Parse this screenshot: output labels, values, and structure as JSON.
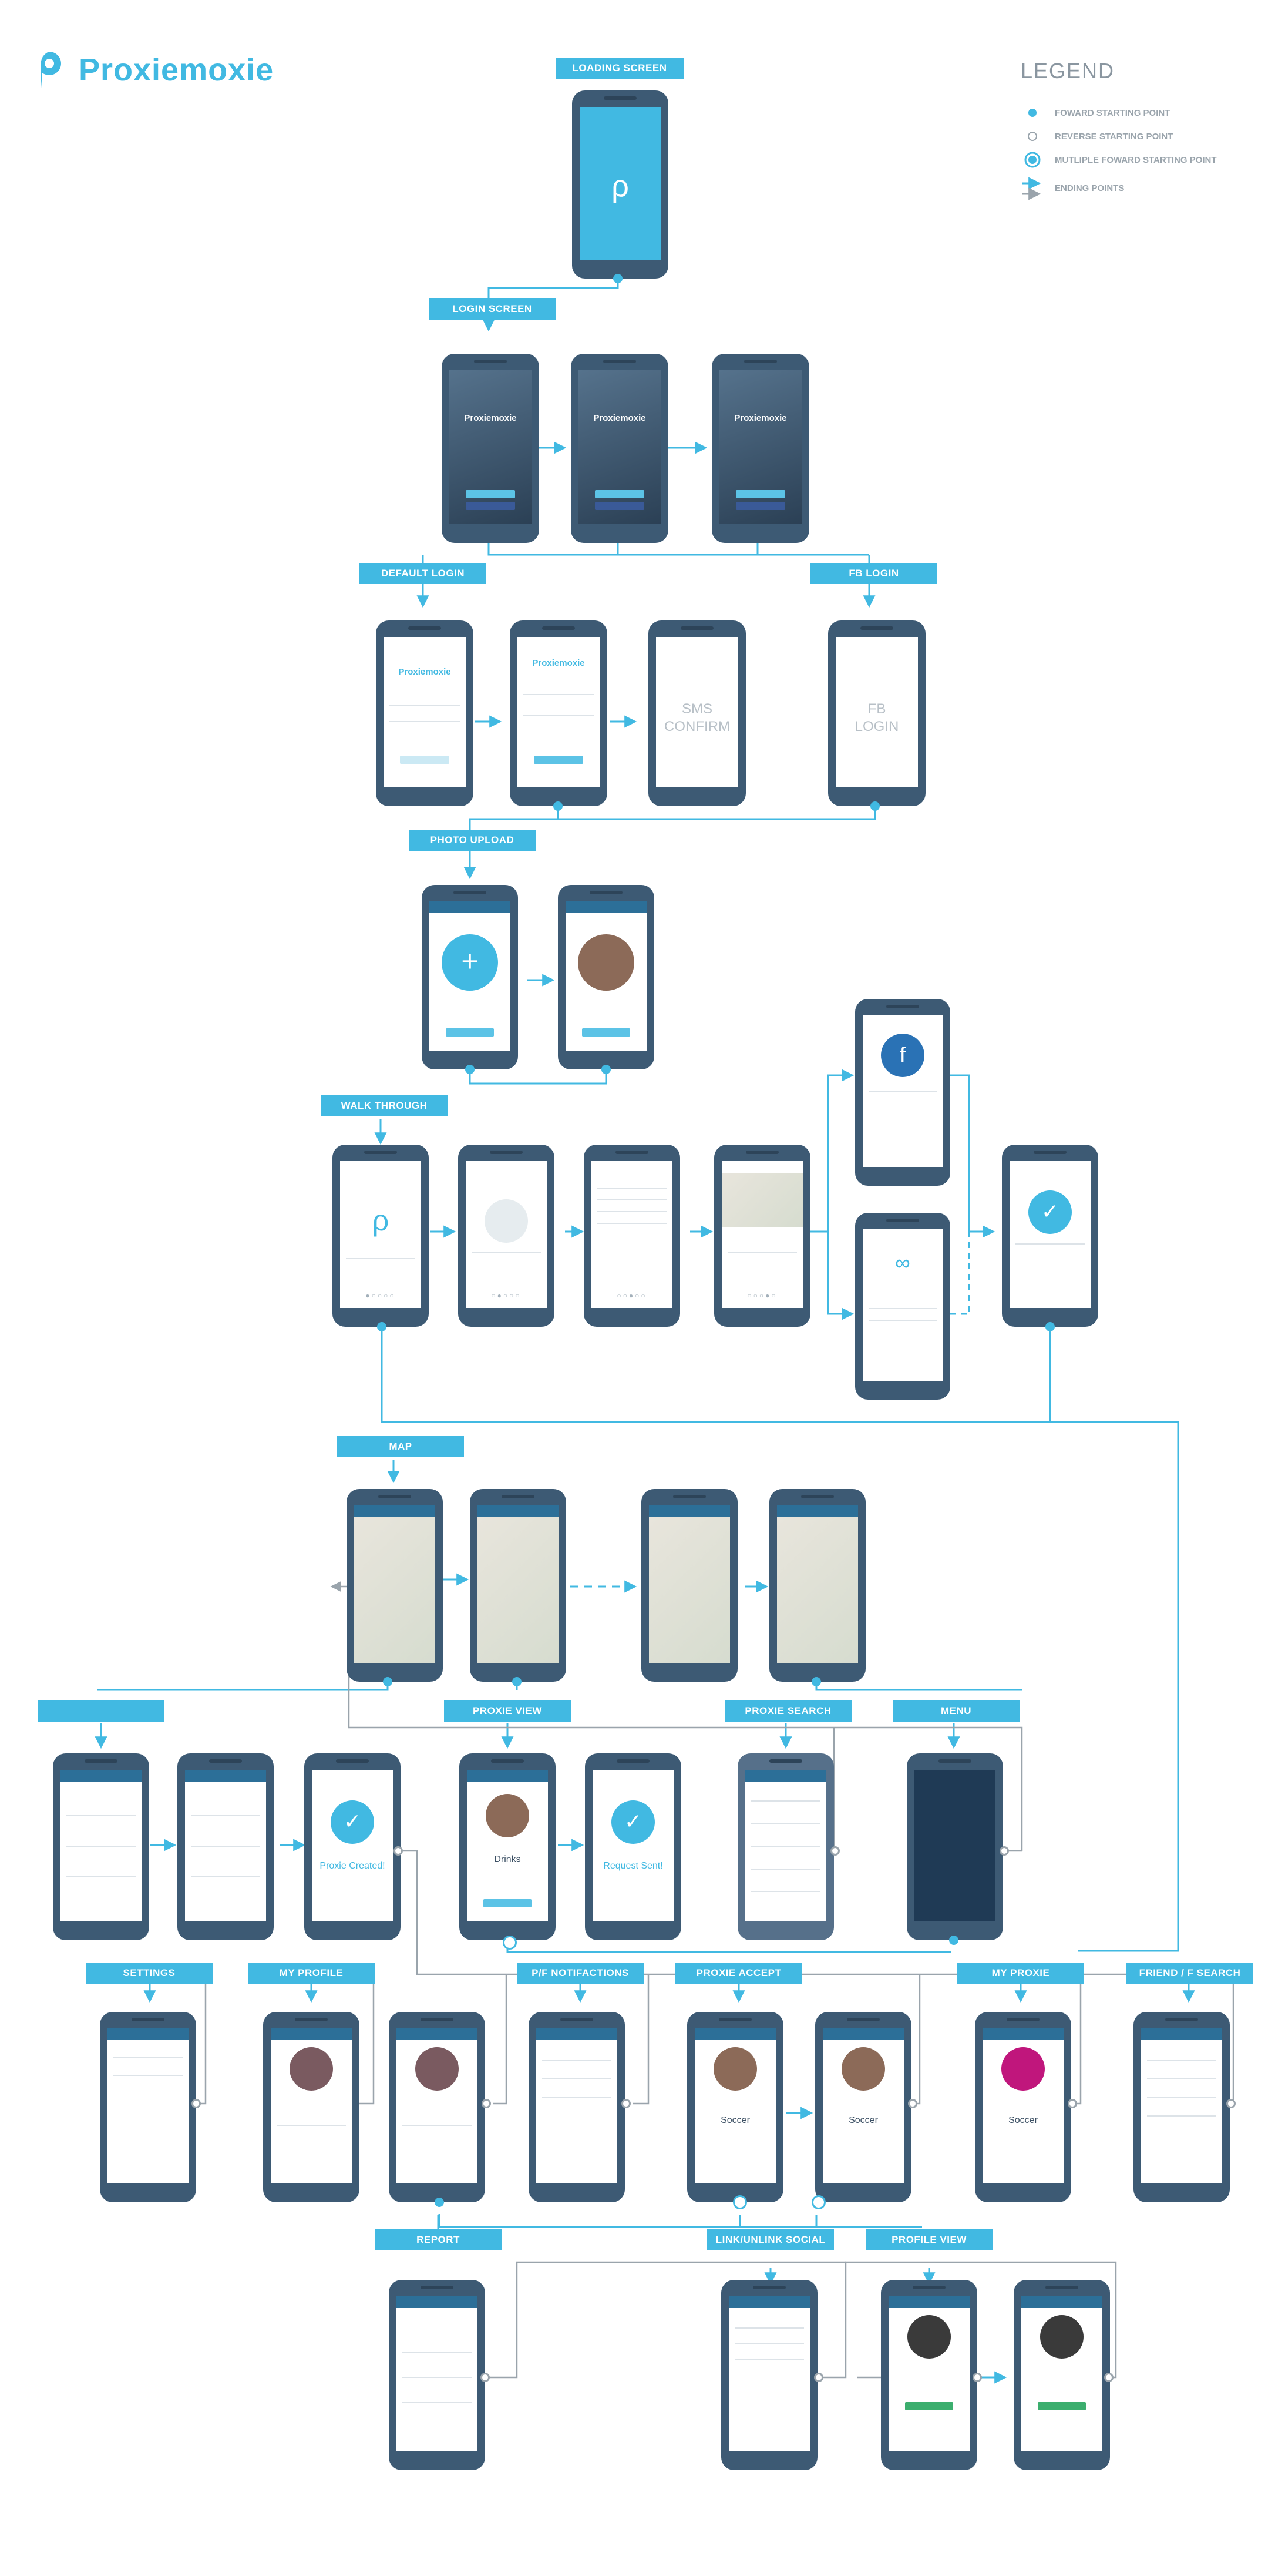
{
  "app": {
    "name": "Proxiemoxie"
  },
  "legend": {
    "title": "LEGEND",
    "items": [
      {
        "label": "FOWARD STARTING POINT",
        "icon": "filled-dot-icon"
      },
      {
        "label": "REVERSE STARTING POINT",
        "icon": "hollow-dot-icon"
      },
      {
        "label": "MUTLIPLE FOWARD STARTING POINT",
        "icon": "ring-dot-icon"
      },
      {
        "label": "ENDING POINTS",
        "icon": "arrow-icon"
      }
    ],
    "colors": {
      "accent": "#41b9e2",
      "gray": "#9aa4ac",
      "phone": "#3d5a74"
    }
  },
  "sections": {
    "loading": "LOADING SCREEN",
    "login": "LOGIN SCREEN",
    "default_login": "DEFAULT LOGIN",
    "fb_login": "FB LOGIN",
    "photo_upload": "PHOTO UPLOAD",
    "walk_through": "WALK THROUGH",
    "map": "MAP",
    "unlabeled": "",
    "proxie_view": "PROXIE VIEW",
    "proxie_search": "PROXIE SEARCH",
    "menu": "MENU",
    "settings": "SETTINGS",
    "my_profile": "MY PROFILE",
    "pf_notifications": "P/F NOTIFACTIONS",
    "proxie_accept": "PROXIE ACCEPT",
    "my_proxie": "MY PROXIE",
    "friend_search": "FRIEND / F SEARCH",
    "report": "REPORT",
    "link_unlink": "LINK/UNLINK SOCIAL",
    "profile_view": "PROFILE VIEW"
  },
  "screens": {
    "sms_confirm": "SMS\nCONFIRM",
    "fb_login": "FB\nLOGIN",
    "proxie_created": "Proxie Created!",
    "request_sent": "Request Sent!",
    "brand": "Proxiemoxie",
    "drinks": "Drinks",
    "soccer": "Soccer"
  }
}
